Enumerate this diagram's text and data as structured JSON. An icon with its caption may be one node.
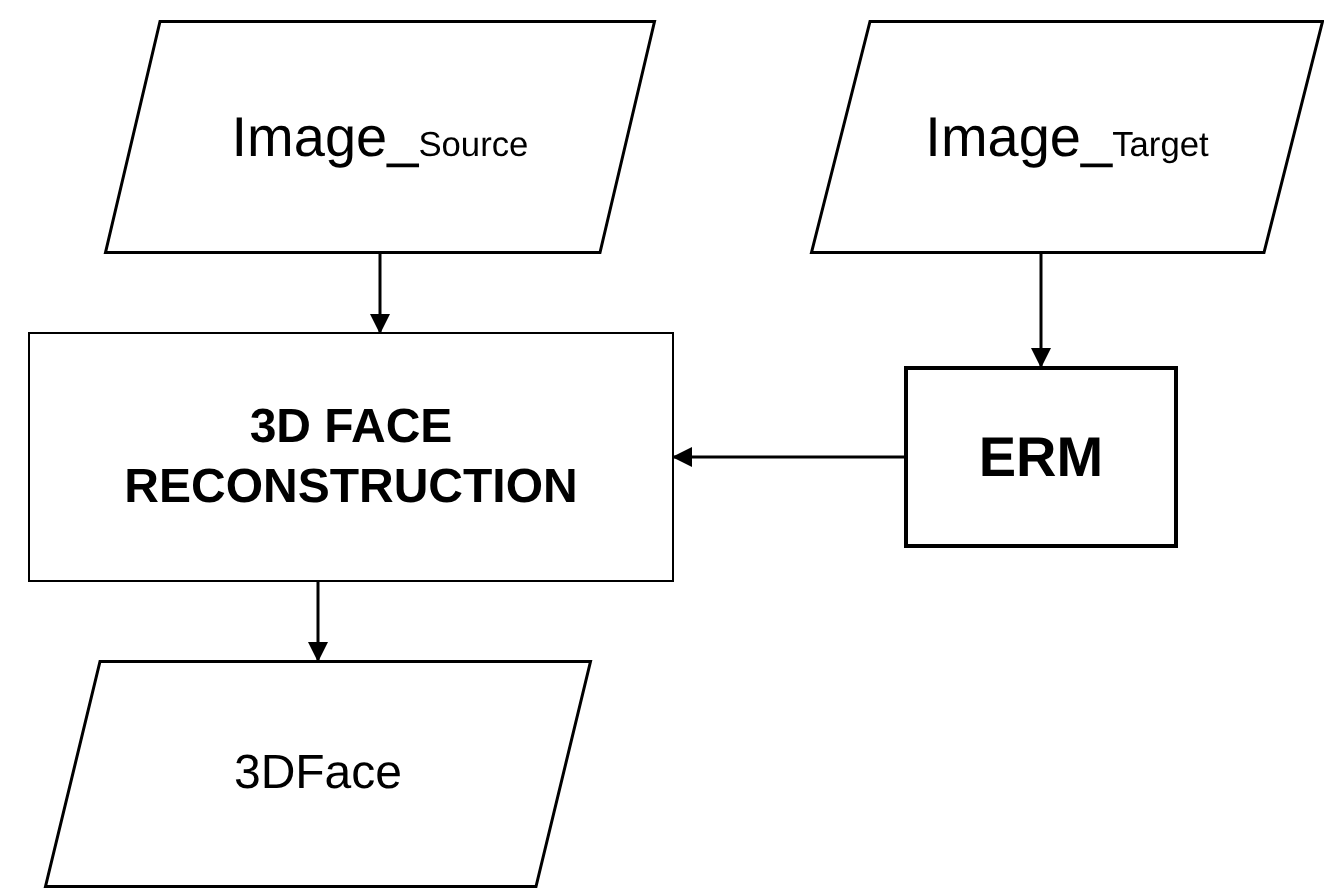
{
  "diagram": {
    "nodes": [
      {
        "text": [
          "Image_$_{Source}$"
        ]
      },
      {
        "text": [
          "Image_$_{Target}$"
        ]
      },
      {
        "text": [
          "3D FACE RECONSTRUCTION"
        ]
      },
      {
        "text": [
          "ERM"
        ]
      },
      {
        "text": [
          "3DFace"
        ]
      }
    ],
    "edges": [
      {
        "from": 0,
        "to": 2,
        "arrow": "to"
      },
      {
        "from": 1,
        "to": 3,
        "arrow": "to"
      },
      {
        "from": 3,
        "to": 2,
        "arrow": "to"
      },
      {
        "from": 2,
        "to": 4,
        "arrow": "to"
      }
    ]
  }
}
